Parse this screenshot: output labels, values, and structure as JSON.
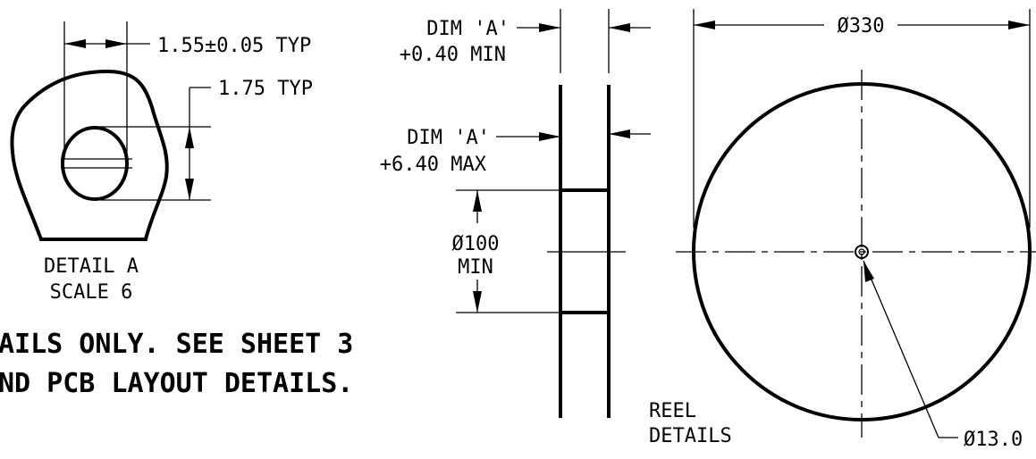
{
  "detail_a": {
    "dim_pitch": "1.55±0.05 TYP",
    "dim_height": "1.75 TYP",
    "title_line1": "DETAIL A",
    "title_line2": "SCALE 6"
  },
  "reel_side": {
    "dim_a_min_line1": "DIM 'A'",
    "dim_a_min_line2": "+0.40  MIN",
    "dim_a_max_line1": "DIM 'A'",
    "dim_a_max_line2": "+6.40  MAX",
    "hub_dia_line1": "Ø100",
    "hub_dia_line2": "MIN"
  },
  "reel_front": {
    "outer_dia": "Ø330",
    "bore_dia": "Ø13.0",
    "caption_line1": "REEL",
    "caption_line2": "DETAILS"
  },
  "notes": {
    "line1": "AILS ONLY. SEE SHEET 3",
    "line2": "ND PCB LAYOUT DETAILS."
  }
}
